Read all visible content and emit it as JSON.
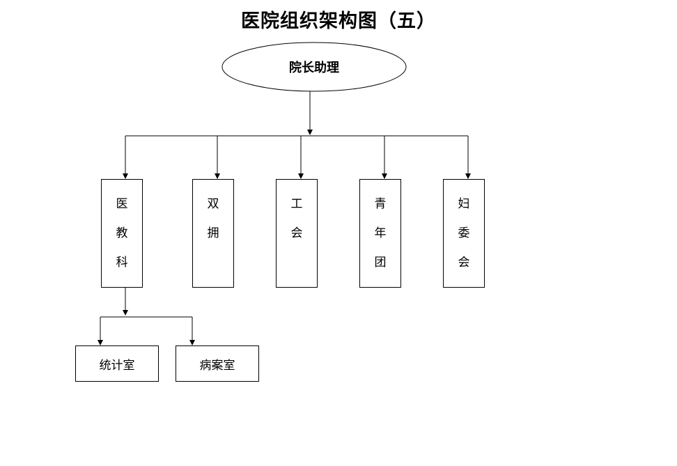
{
  "title": "医院组织架构图（五）",
  "root": {
    "label": "院长助理"
  },
  "departments": [
    {
      "id": "yijiaoke",
      "label": "医\n教\n科"
    },
    {
      "id": "shuangyong",
      "label": "双\n拥"
    },
    {
      "id": "gonghui",
      "label": "工\n会"
    },
    {
      "id": "qingniantuan",
      "label": "青\n年\n团"
    },
    {
      "id": "fuweihui",
      "label": "妇\n委\n会"
    }
  ],
  "sub_units": [
    {
      "id": "tongjishi",
      "label": "统计室"
    },
    {
      "id": "bingganshi",
      "label": "病案室"
    }
  ],
  "colors": {
    "line": "#000000",
    "background": "#ffffff"
  }
}
